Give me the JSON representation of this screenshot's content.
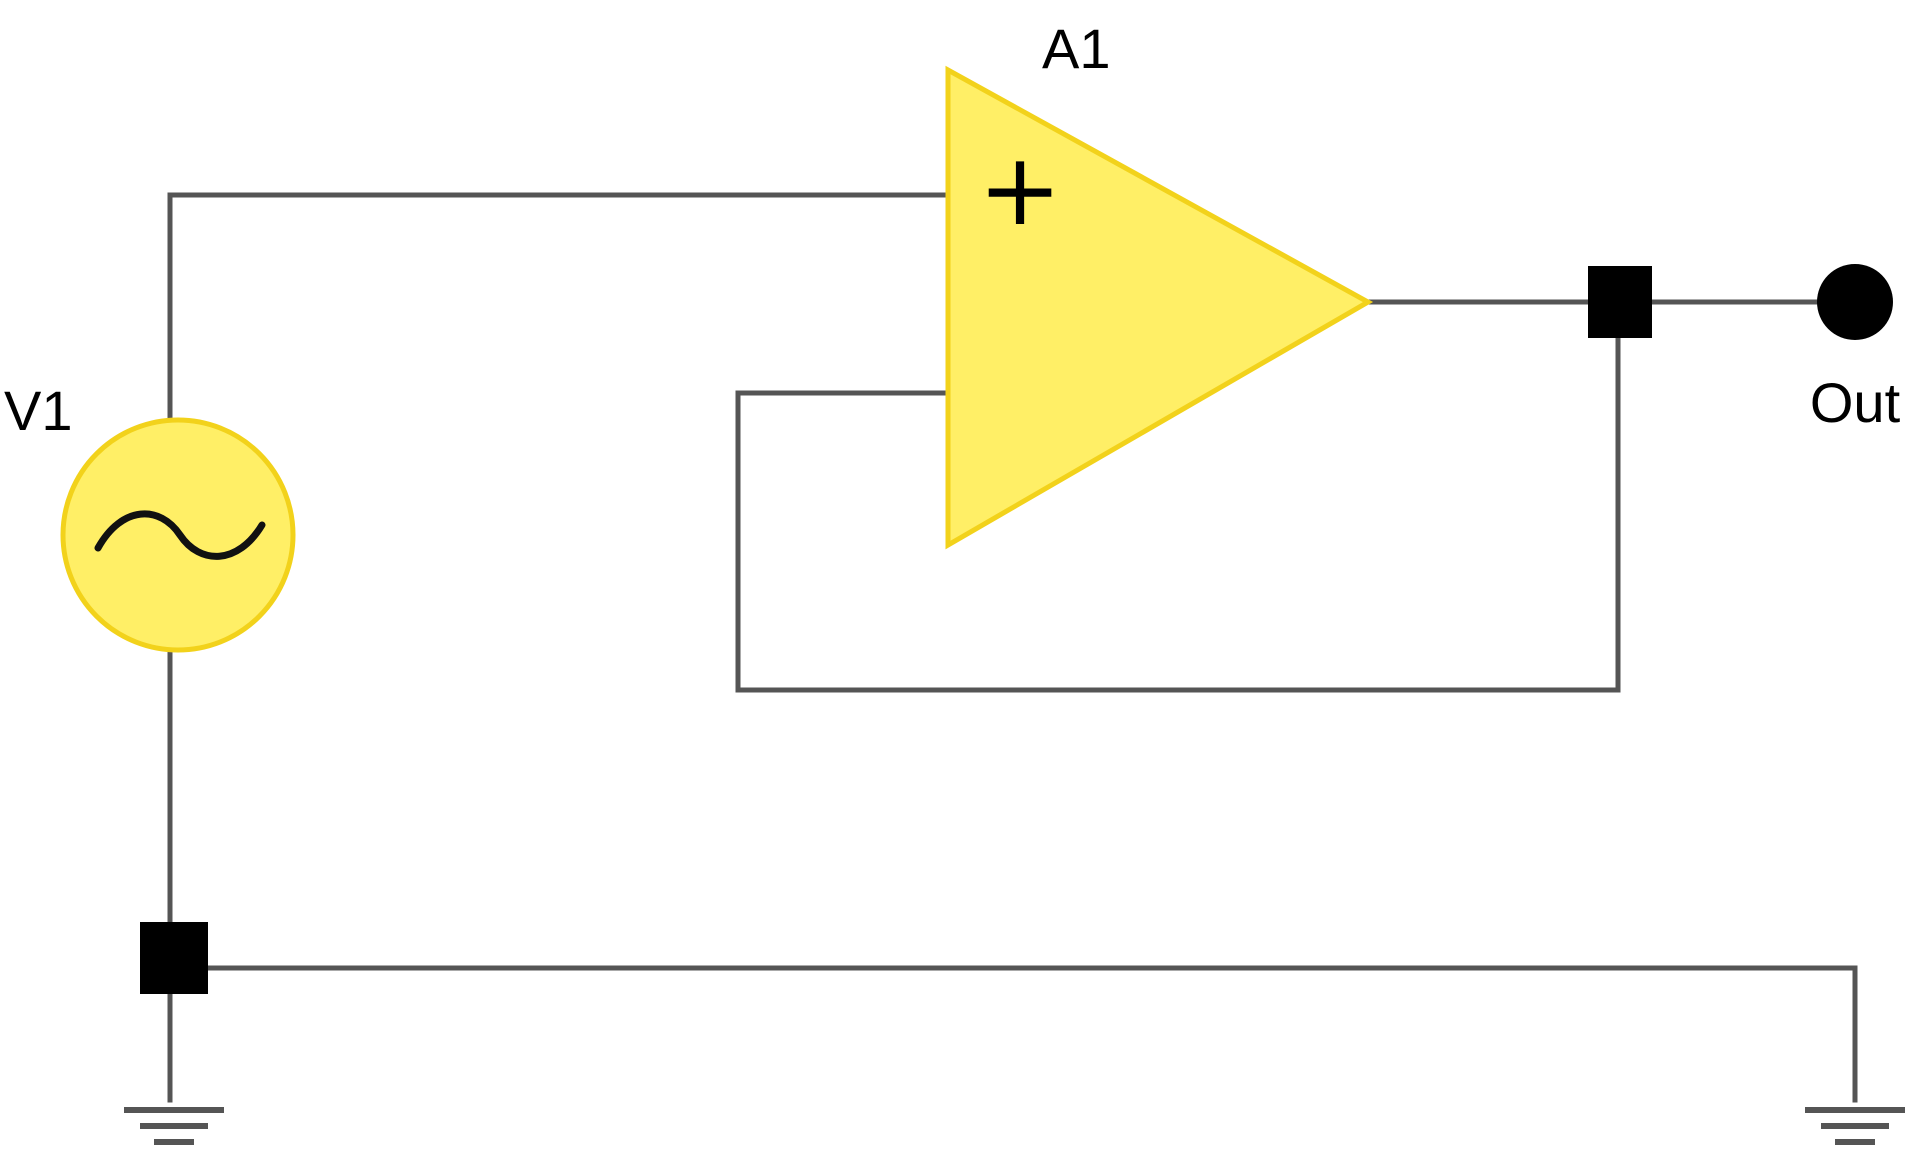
{
  "diagram": {
    "components": {
      "amplifier": {
        "label": "A1",
        "plus_sign": "+"
      },
      "source": {
        "label": "V1",
        "icon": "sine-wave-icon"
      },
      "output": {
        "label": "Out",
        "icon": "output-terminal-icon"
      },
      "grounds": [
        "ground-icon",
        "ground-icon"
      ]
    },
    "colors": {
      "component_fill": "#ffef66",
      "component_stroke": "#f2d21b",
      "wire": "#555555",
      "junction": "#000000"
    }
  }
}
